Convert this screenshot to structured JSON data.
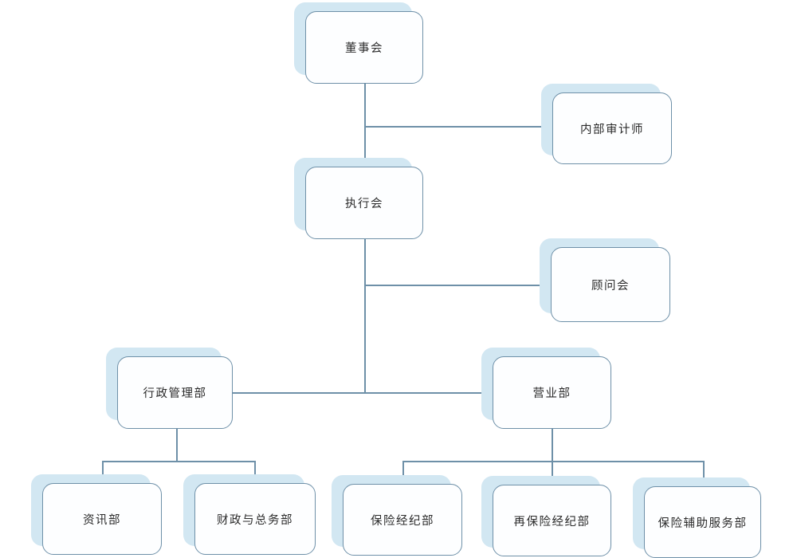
{
  "diagram": {
    "type": "org-chart",
    "background_color": "#ffffff",
    "node_fill_color": "#fdfeff",
    "node_border_color": "#6e90a8",
    "node_shadow_color": "#d2e7f2",
    "connector_color": "#6e90a8",
    "text_color": "#2b2b2b",
    "nodes": [
      {
        "id": "board",
        "label": "董事会"
      },
      {
        "id": "internal-auditor",
        "label": "内部审计师"
      },
      {
        "id": "executive-committee",
        "label": "执行会"
      },
      {
        "id": "advisory-committee",
        "label": "顾问会"
      },
      {
        "id": "admin-management-dept",
        "label": "行政管理部"
      },
      {
        "id": "business-dept",
        "label": "营业部"
      },
      {
        "id": "information-dept",
        "label": "资讯部"
      },
      {
        "id": "finance-general-affairs-dept",
        "label": "财政与总务部"
      },
      {
        "id": "insurance-brokerage-dept",
        "label": "保险经纪部"
      },
      {
        "id": "reinsurance-brokerage-dept",
        "label": "再保险经纪部"
      },
      {
        "id": "insurance-auxiliary-services-dept",
        "label": "保险辅助服务部"
      }
    ],
    "edges": [
      {
        "from": "board",
        "to": "executive-committee",
        "style": "tree"
      },
      {
        "from": "board",
        "to": "internal-auditor",
        "style": "side-branch"
      },
      {
        "from": "executive-committee",
        "to": "advisory-committee",
        "style": "side-branch"
      },
      {
        "from": "executive-committee",
        "to": "admin-management-dept",
        "style": "tree"
      },
      {
        "from": "executive-committee",
        "to": "business-dept",
        "style": "tree"
      },
      {
        "from": "admin-management-dept",
        "to": "information-dept",
        "style": "tree"
      },
      {
        "from": "admin-management-dept",
        "to": "finance-general-affairs-dept",
        "style": "tree"
      },
      {
        "from": "business-dept",
        "to": "insurance-brokerage-dept",
        "style": "tree"
      },
      {
        "from": "business-dept",
        "to": "reinsurance-brokerage-dept",
        "style": "tree"
      },
      {
        "from": "business-dept",
        "to": "insurance-auxiliary-services-dept",
        "style": "tree"
      }
    ]
  }
}
